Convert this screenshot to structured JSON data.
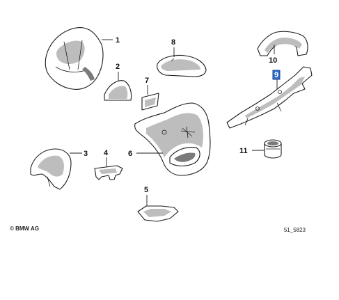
{
  "parts": [
    {
      "id": "part-1",
      "number": "1"
    },
    {
      "id": "part-2",
      "number": "2"
    },
    {
      "id": "part-3",
      "number": "3"
    },
    {
      "id": "part-4",
      "number": "4"
    },
    {
      "id": "part-5",
      "number": "5"
    },
    {
      "id": "part-6",
      "number": "6"
    },
    {
      "id": "part-7",
      "number": "7"
    },
    {
      "id": "part-8",
      "number": "8"
    },
    {
      "id": "part-9",
      "number": "9",
      "highlighted": true
    },
    {
      "id": "part-10",
      "number": "10"
    },
    {
      "id": "part-11",
      "number": "11"
    }
  ],
  "footer": {
    "copyright": "© BMW AG",
    "code": "51_5823"
  },
  "colors": {
    "highlight": "#2f6fd6",
    "line": "#1a1a1a"
  }
}
